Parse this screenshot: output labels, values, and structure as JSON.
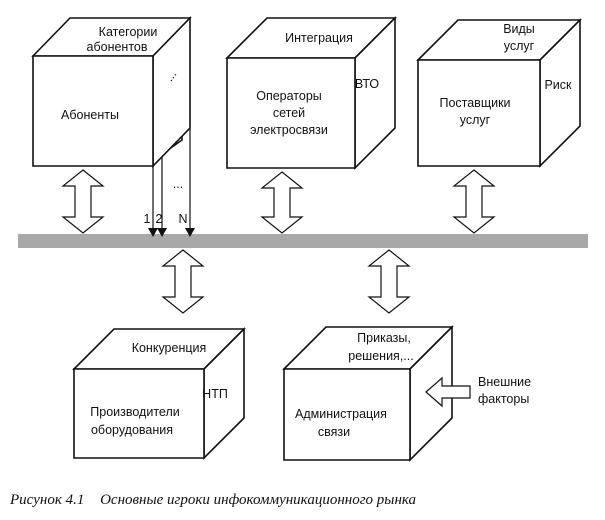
{
  "boxes": {
    "subscribers": {
      "top_lines": [
        "Категории",
        "абонентов"
      ],
      "front_lines": [
        "Абоненты"
      ],
      "side_lines": []
    },
    "operators": {
      "top_lines": [
        "Интеграция"
      ],
      "front_lines": [
        "Операторы",
        "сетей",
        "электросвязи"
      ],
      "side_lines": [
        "ВТО"
      ]
    },
    "providers": {
      "top_lines": [
        "Виды",
        "услуг"
      ],
      "front_lines": [
        "Поставщики",
        "услуг"
      ],
      "side_lines": [
        "Риск"
      ]
    },
    "manufacturers": {
      "top_lines": [
        "Конкуренция"
      ],
      "front_lines": [
        "Производители",
        "оборудования"
      ],
      "side_lines": [
        "НТП"
      ]
    },
    "administration": {
      "top_lines": [
        "Приказы,",
        "решения,..."
      ],
      "front_lines": [
        "Администрация",
        "связи"
      ],
      "side_lines": []
    }
  },
  "subscriber_channels": {
    "labels": [
      "1",
      "2",
      "N"
    ],
    "dots": "..."
  },
  "external": {
    "lines": [
      "Внешние",
      "факторы"
    ]
  },
  "caption": {
    "number": "Рисунок 4.1",
    "title": "Основные игроки инфокоммуникационного рынка"
  }
}
